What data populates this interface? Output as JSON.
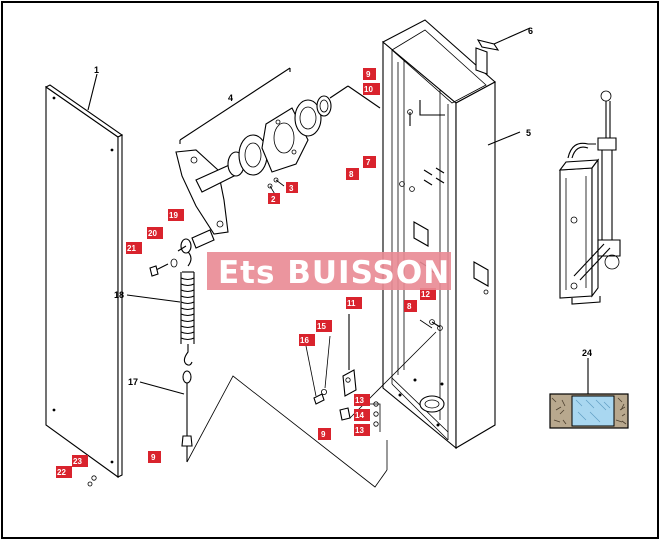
{
  "watermark": {
    "text": "Ets BUISSON",
    "color": "#e98a93"
  },
  "colors": {
    "tag": "#d9232d",
    "line": "#000000",
    "glass": "#a9d7f0",
    "concrete": "#b8a88e"
  },
  "labels": {
    "l1": "1",
    "l2": "2",
    "l3": "3",
    "l4": "4",
    "l5": "5",
    "l6": "6",
    "l7": "7",
    "l8a": "8",
    "l8b": "8",
    "l9a": "9",
    "l9b": "9",
    "l9c": "9",
    "l10": "10",
    "l11": "11",
    "l12": "12",
    "l13a": "13",
    "l13b": "13",
    "l14": "14",
    "l15": "15",
    "l16": "16",
    "l17": "17",
    "l18": "18",
    "l19": "19",
    "l20": "20",
    "l21": "21",
    "l22": "22",
    "l23": "23",
    "l24": "24"
  }
}
